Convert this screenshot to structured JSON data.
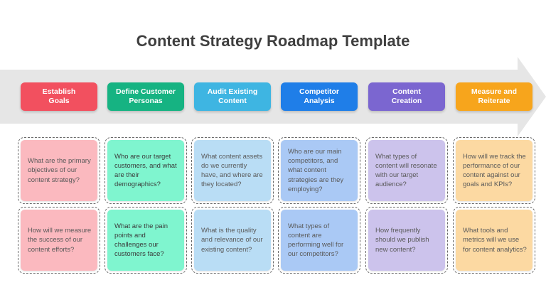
{
  "title": "Content Strategy Roadmap Template",
  "colors": {
    "arrow": "#e6e6e6",
    "step_colors": [
      "#f2505f",
      "#16b382",
      "#3eb5e2",
      "#1f7ee8",
      "#7b66d0",
      "#f7a51c"
    ],
    "card_colors": [
      "#fbb9bf",
      "#7ff5cf",
      "#b9ddf5",
      "#aac9f5",
      "#ccc3ec",
      "#fcd9a2"
    ],
    "card_text_light": "#5a5a5a",
    "card_text_dark": "#3a3a3a"
  },
  "steps": [
    {
      "label": "Establish\nGoals"
    },
    {
      "label": "Define Customer\nPersonas"
    },
    {
      "label": "Audit Existing\nContent"
    },
    {
      "label": "Competitor\nAnalysis"
    },
    {
      "label": "Content\nCreation"
    },
    {
      "label": "Measure and\nReiterate"
    }
  ],
  "rows": [
    [
      "What are the primary objectives of our content strategy?",
      "Who are our target customers, and what are their demographics?",
      "What content assets do we currently have, and where are they located?",
      "Who are our main competitors, and what content strategies are they employing?",
      "What types of content will resonate with our target audience?",
      "How will we track the performance of our content against our goals and KPIs?"
    ],
    [
      "How will we measure the success of our content efforts?",
      "What are the pain points and challenges our customers face?",
      "What is the quality and relevance of our existing content?",
      "What types of content are performing well for our competitors?",
      "How frequently should we publish new content?",
      "What tools and metrics will we use for content analytics?"
    ]
  ]
}
